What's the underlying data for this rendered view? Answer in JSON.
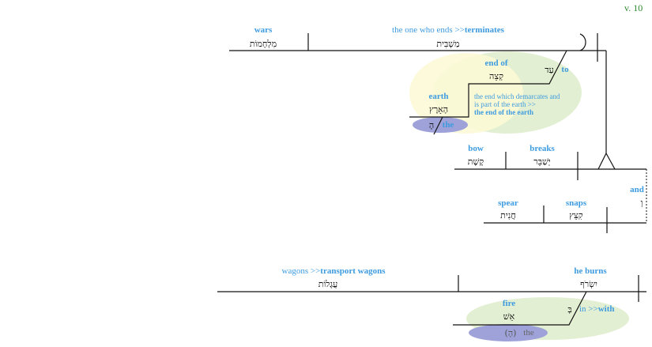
{
  "verse": "v. 10",
  "colors": {
    "gloss": "#3d9be0",
    "verse": "#2a8a2a",
    "yellow_group": "#fcf9d6",
    "green_group": "#e3efd2",
    "article_group": "#9ea2d8"
  },
  "clause1": {
    "object": {
      "gloss": "wars",
      "hebrew": "מִלְחָמוֹת"
    },
    "subject": {
      "gloss_plain": "the one who ends >>",
      "gloss_bold": "terminates",
      "hebrew": "מַשְׁבִּית"
    },
    "prep": {
      "hebrew": "עַד",
      "gloss": "to"
    },
    "prep_object": {
      "gloss": "end of",
      "hebrew": "קְצֵה"
    },
    "genitive": {
      "gloss": "earth",
      "hebrew": "הָאָרֶץ"
    },
    "article": {
      "hebrew": "הָ",
      "gloss": "the"
    },
    "note": {
      "line1": "the end which demarcates and",
      "line2": "is part of the earth >>",
      "line3": "the end of the earth"
    }
  },
  "clause2": {
    "object": {
      "gloss": "bow",
      "hebrew": "קֶשֶׁת"
    },
    "verb": {
      "gloss": "breaks",
      "hebrew": "יְשַׁבֵּר"
    }
  },
  "conjunction": {
    "gloss": "and",
    "hebrew": "וְ"
  },
  "clause3": {
    "object": {
      "gloss": "spear",
      "hebrew": "חֲנִית"
    },
    "verb": {
      "gloss": "snaps",
      "hebrew": "קִצֵּץ"
    }
  },
  "clause4": {
    "object": {
      "gloss_plain": "wagons >>",
      "gloss_bold": "transport wagons",
      "hebrew": "עֲגָלוֹת"
    },
    "verb": {
      "gloss": "he burns",
      "hebrew": "יִשְׂרֹף"
    },
    "prep": {
      "hebrew": "בְּ",
      "gloss_plain": "in >>",
      "gloss_bold": "with"
    },
    "prep_object": {
      "gloss": "fire",
      "hebrew": "אֵשׁ"
    },
    "article": {
      "hebrew": "(הָ)",
      "gloss": "the"
    }
  }
}
